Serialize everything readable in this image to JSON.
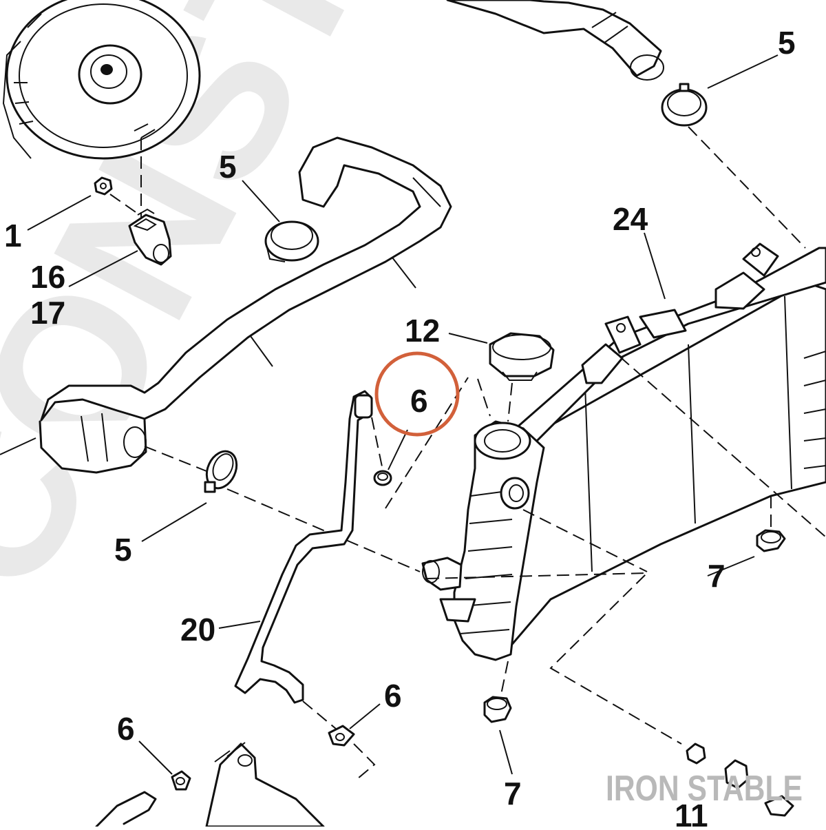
{
  "diagram": {
    "watermark_text": "CONSTANT",
    "brand_text": "IRON STABLE",
    "highlight_color": "#d2603a",
    "callouts": {
      "c1": "1",
      "c16": "16",
      "c17": "17",
      "c5_top_right": "5",
      "c5_mid": "5",
      "c5_lower_left": "5",
      "c24": "24",
      "c12": "12",
      "c6_highlighted": "6",
      "c6_lower_mid": "6",
      "c6_lower_left": "6",
      "c7_right": "7",
      "c7_bottom": "7",
      "c20": "20",
      "c11": "11"
    }
  }
}
